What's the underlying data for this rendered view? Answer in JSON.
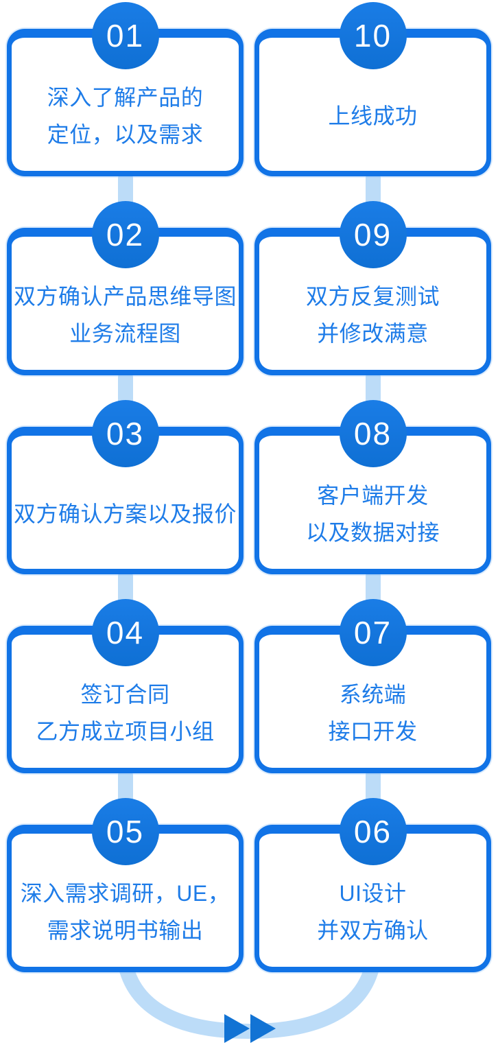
{
  "diagram": {
    "description": "10-step product development process flowchart",
    "flow_direction": "left column top-to-bottom (01-05), then right column bottom-to-top (06-10)"
  },
  "colors": {
    "card_border": "#1173e6",
    "badge": "#1475dc",
    "step_text": "#1e7ce8",
    "connector": "#bcdcf8",
    "arrow_head": "#1273d4"
  },
  "columns": {
    "left": [
      {
        "num": "01",
        "lines": [
          "深入了解产品的",
          "定位，以及需求"
        ]
      },
      {
        "num": "02",
        "lines": [
          "双方确认产品思维导图",
          "业务流程图"
        ]
      },
      {
        "num": "03",
        "lines": [
          "双方确认方案以及报价"
        ]
      },
      {
        "num": "04",
        "lines": [
          "签订合同",
          "乙方成立项目小组"
        ]
      },
      {
        "num": "05",
        "lines": [
          "深入需求调研，UE，",
          "需求说明书输出"
        ]
      }
    ],
    "right": [
      {
        "num": "10",
        "lines": [
          "上线成功"
        ]
      },
      {
        "num": "09",
        "lines": [
          "双方反复测试",
          "并修改满意"
        ]
      },
      {
        "num": "08",
        "lines": [
          "客户端开发",
          "以及数据对接"
        ]
      },
      {
        "num": "07",
        "lines": [
          "系统端",
          "接口开发"
        ]
      },
      {
        "num": "06",
        "lines": [
          "UI设计",
          "并双方确认"
        ]
      }
    ]
  },
  "flow_arrow": {
    "icon": "fast-forward-icon",
    "direction": "right",
    "connects": "05 → 06"
  }
}
